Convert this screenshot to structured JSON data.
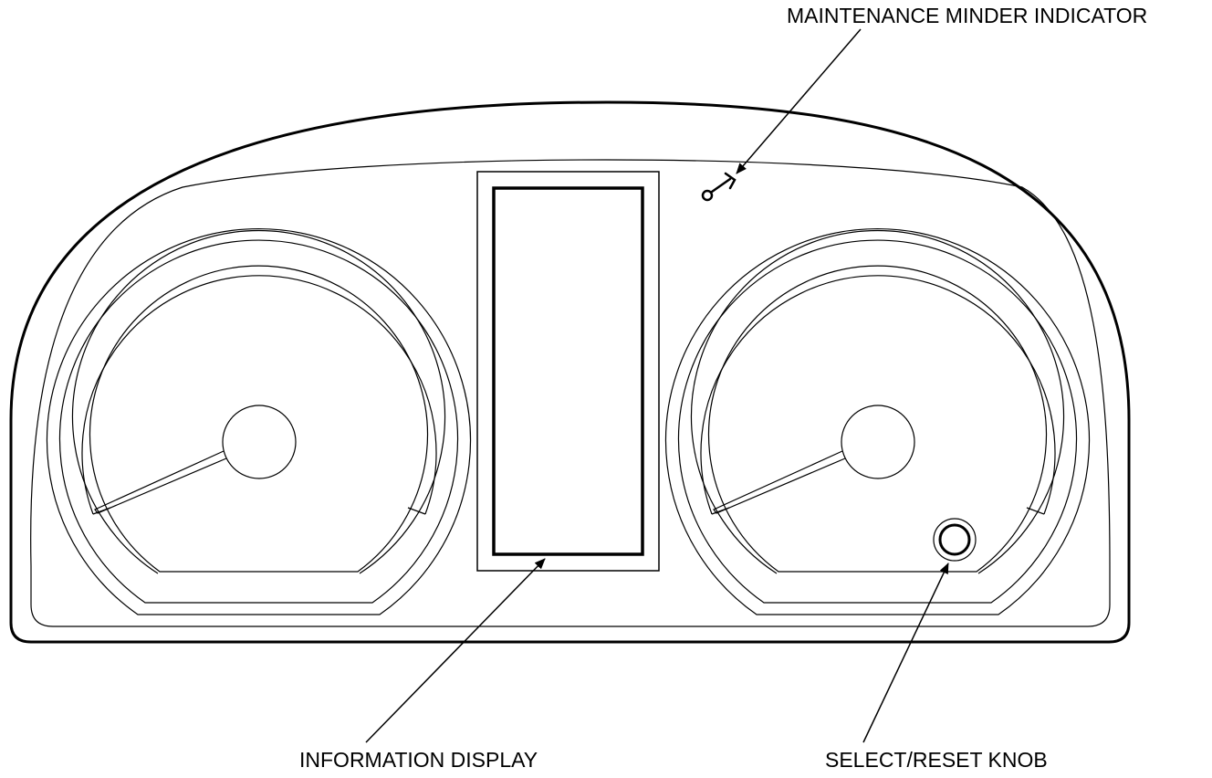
{
  "labels": {
    "maintenance_minder": "MAINTENANCE MINDER INDICATOR",
    "information_display": "INFORMATION DISPLAY",
    "select_reset_knob": "SELECT/RESET KNOB"
  },
  "colors": {
    "ink": "#000000",
    "background": "#ffffff"
  },
  "icons": {
    "maintenance_minder": "wrench-icon"
  }
}
